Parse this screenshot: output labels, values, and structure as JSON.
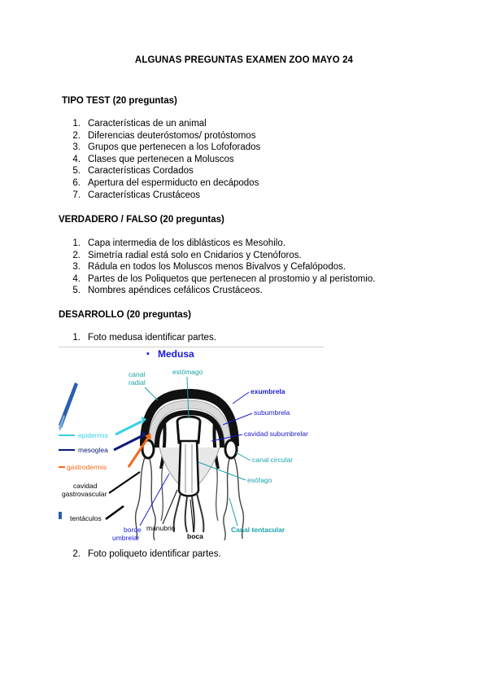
{
  "doc": {
    "title": "ALGUNAS PREGUNTAS EXAMEN ZOO MAYO 24",
    "sections": [
      {
        "heading": "TIPO TEST (20 preguntas)",
        "items": [
          {
            "num": "1.",
            "text": "Características de un animal"
          },
          {
            "num": "2.",
            "text": "Diferencias deuteróstomos/ protóstomos"
          },
          {
            "num": "3.",
            "text": "Grupos que pertenecen a los Lofoforados"
          },
          {
            "num": "4.",
            "text": "Clases que pertenecen a Moluscos"
          },
          {
            "num": "5.",
            "text": "Características Cordados"
          },
          {
            "num": "6.",
            "text": "Apertura del espermiducto en decápodos"
          },
          {
            "num": "7.",
            "text": "Características Crustáceos"
          }
        ]
      },
      {
        "heading": "VERDADERO / FALSO (20 preguntas)",
        "items": [
          {
            "num": "1.",
            "text": "Capa intermedia de los diblásticos es Mesohilo."
          },
          {
            "num": "2.",
            "text": "Simetría radial está solo en Cnidarios y Ctenóforos."
          },
          {
            "num": "3.",
            "text": "Rádula en todos los Moluscos menos Bivalvos y Cefalópodos."
          },
          {
            "num": "4.",
            "text": "Partes de los Poliquetos que pertenecen al prostomio y al peristomio."
          },
          {
            "num": "5.",
            "text": "Nombres apéndices cefálicos Crustáceos."
          }
        ]
      },
      {
        "heading": "DESARROLLO (20 preguntas)",
        "items": [
          {
            "num": "1.",
            "text": "Foto medusa identificar partes."
          }
        ],
        "items_after": [
          {
            "num": "2.",
            "text": "Foto poliqueto identificar partes."
          }
        ]
      }
    ]
  },
  "figure": {
    "bullet": "▪",
    "title": "Medusa",
    "labels": {
      "canal_radial_1": "canal",
      "canal_radial_2": "radial",
      "estomago": "estómago",
      "exumbrela": "exumbrela",
      "subumbrela": "subumbrela",
      "cavidad_subumbrelar": "cavidad subumbrelar",
      "canal_circular": "canal circular",
      "esofago": "esófago",
      "canal_tentacular": "Canal tentacular",
      "epidermis": "epidermis",
      "mesoglea": "mesoglea",
      "gastrodermis": "gastrodermis",
      "cavidad_1": "cavidad",
      "cavidad_2": "gastrovascular",
      "tentaculos": "tentáculos",
      "borde_1": "borde",
      "borde_2": "umbrelar",
      "manubrio": "manubrio",
      "boca": "boca"
    },
    "colors": {
      "teal": "#1aa3a8",
      "blue": "#1a1ad6",
      "navy": "#0b1a7a",
      "orange": "#f26a1b",
      "black": "#000000",
      "cyan": "#38d0e8"
    }
  }
}
